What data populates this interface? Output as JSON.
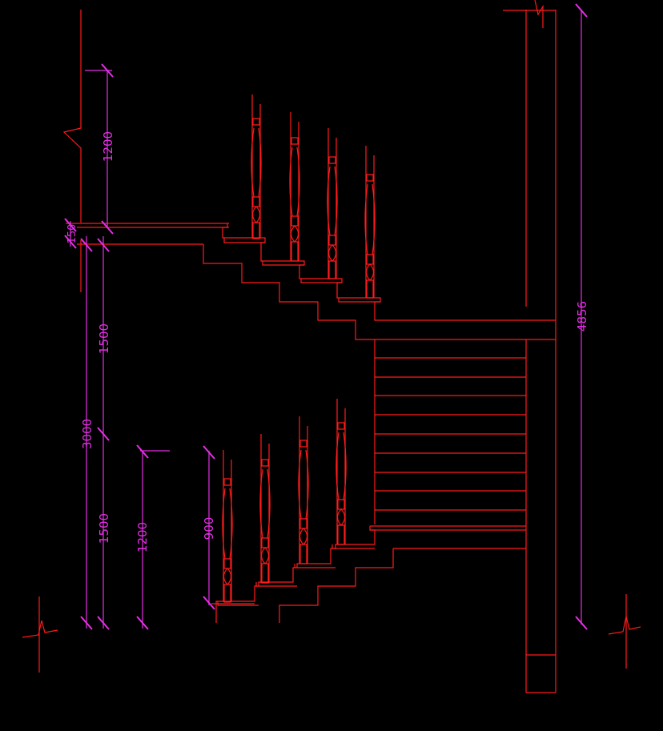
{
  "drawing": {
    "background": "#000000",
    "line_color": "#ff1a1a",
    "dimension_color": "#e62ee6",
    "dimensions": {
      "top_rail_height": "1200",
      "landing_thickness": "150",
      "upper_flight_rise": "1500",
      "lower_flight_rise": "1500",
      "floor_height": "3000",
      "lower_rail_height": "1200",
      "baluster_height": "900",
      "total_height": "4856"
    }
  }
}
